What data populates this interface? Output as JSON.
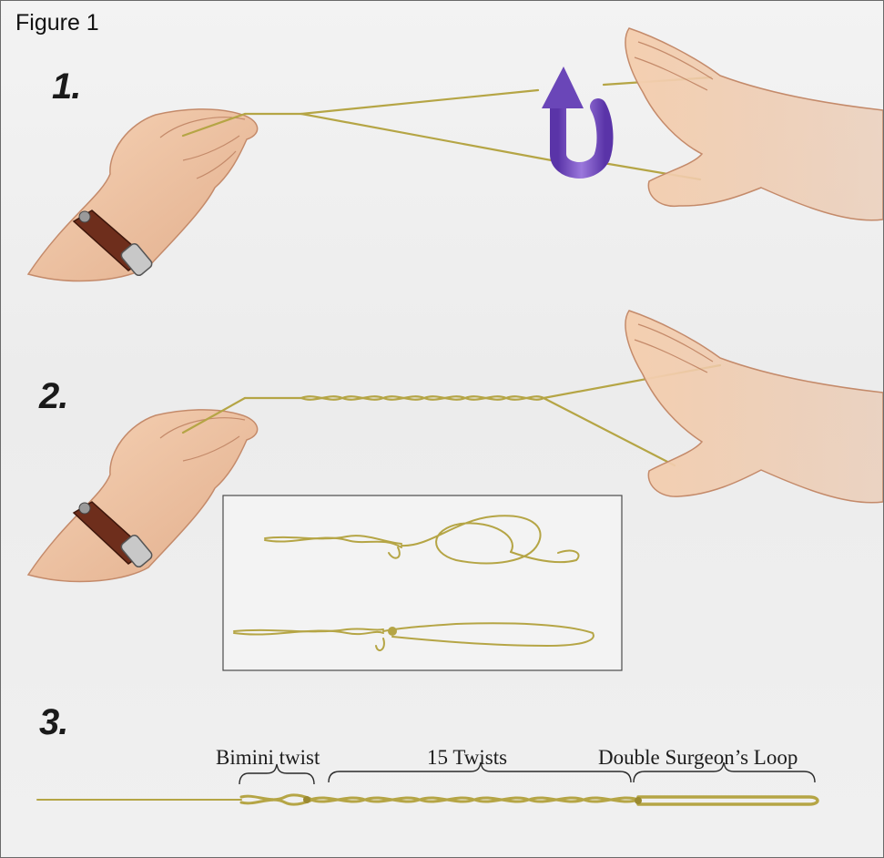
{
  "figure": {
    "title": "Figure 1",
    "steps": [
      {
        "number": "1."
      },
      {
        "number": "2."
      },
      {
        "number": "3."
      }
    ],
    "labels": {
      "bimini": "Bimini twist",
      "twists": "15 Twists",
      "loop": "Double Surgeon’s Loop"
    }
  },
  "colors": {
    "line": "#b5a545",
    "skin": "#f0c8a8",
    "watch_strap": "#6e2e1c",
    "arrow": "#7d54c0"
  }
}
